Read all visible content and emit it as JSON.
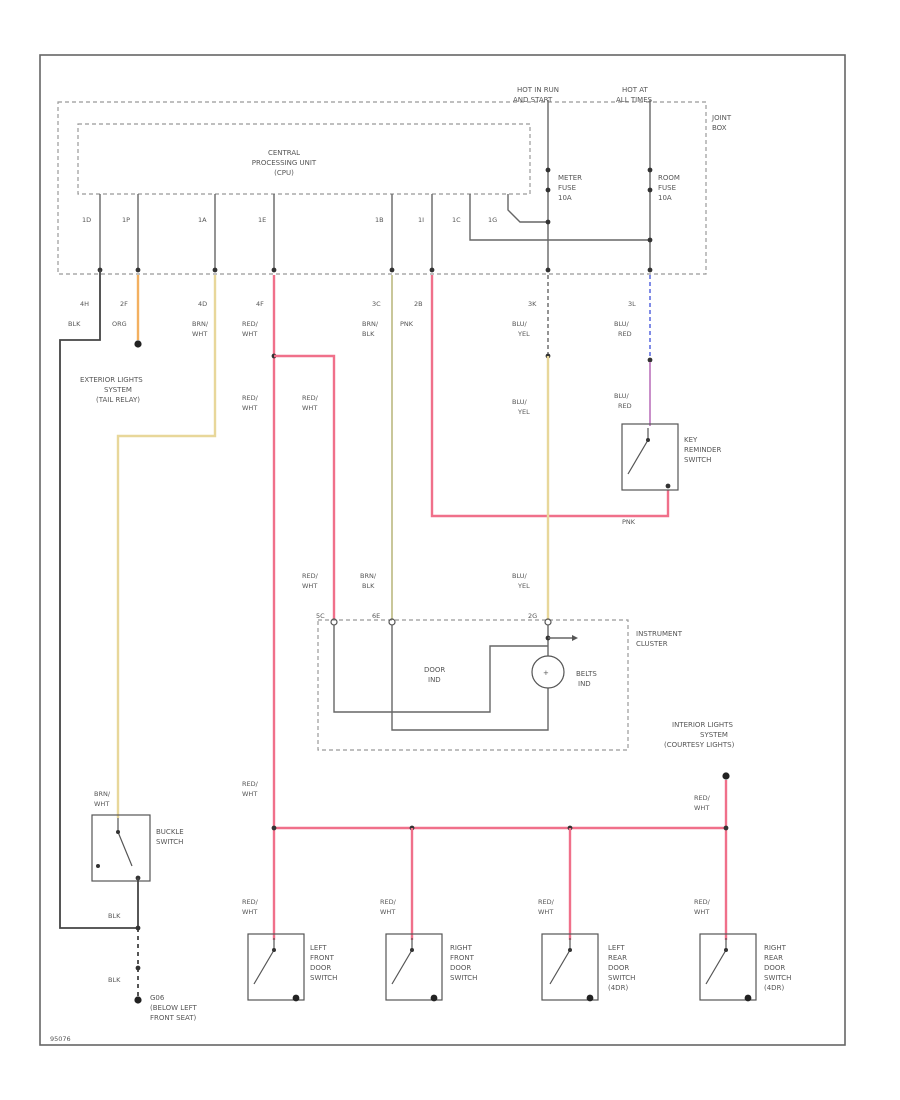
{
  "power": {
    "hot_run": [
      "HOT IN RUN",
      "AND START"
    ],
    "hot_all": [
      "HOT AT",
      "ALL TIMES"
    ]
  },
  "junction_box": {
    "label": [
      "JOINT",
      "BOX"
    ]
  },
  "cpu": {
    "label": [
      "CENTRAL",
      "PROCESSING UNIT",
      "(CPU)"
    ],
    "pins": [
      "1D",
      "1P",
      "1A",
      "1E",
      "1B",
      "1I",
      "1C",
      "1G"
    ]
  },
  "fuses": {
    "meter": [
      "METER",
      "FUSE",
      "10A"
    ],
    "room": [
      "ROOM",
      "FUSE",
      "10A"
    ]
  },
  "connectors": {
    "c4H": "4H",
    "c2F": "2F",
    "c4D": "4D",
    "c4F": "4F",
    "c3C": "3C",
    "c2B": "2B",
    "c3K": "3K",
    "c3L": "3L"
  },
  "wire_colors": {
    "blk": "BLK",
    "org": "ORG",
    "brn_wht": [
      "BRN/",
      "WHT"
    ],
    "red_wht": [
      "RED/",
      "WHT"
    ],
    "brn_blk": [
      "BRN/",
      "BLK"
    ],
    "pnk": "PNK",
    "blu_yel": [
      "BLU/",
      "YEL"
    ],
    "blu_red": [
      "BLU/",
      "RED"
    ]
  },
  "exterior_lights": [
    "EXTERIOR LIGHTS",
    "SYSTEM",
    "(TAIL RELAY)"
  ],
  "key_reminder": [
    "KEY",
    "REMINDER",
    "SWITCH"
  ],
  "instrument_cluster": {
    "label": [
      "INSTRUMENT",
      "CLUSTER"
    ],
    "pin_5": "5C",
    "pin_6": "6E",
    "pin_2": "2G",
    "door_ind": [
      "DOOR",
      "IND"
    ],
    "belt_ind": [
      "BELTS",
      "IND"
    ]
  },
  "interior_lights": [
    "INTERIOR LIGHTS",
    "SYSTEM",
    "(COURTESY LIGHTS)"
  ],
  "buckle_switch": [
    "BUCKLE",
    "SWITCH"
  ],
  "ground": [
    "G06",
    "(BELOW LEFT",
    "FRONT SEAT)"
  ],
  "door_switches": [
    [
      "LEFT",
      "FRONT",
      "DOOR",
      "SWITCH"
    ],
    [
      "RIGHT",
      "FRONT",
      "DOOR",
      "SWITCH"
    ],
    [
      "LEFT",
      "REAR",
      "DOOR",
      "SWITCH",
      "(4DR)"
    ],
    [
      "RIGHT",
      "REAR",
      "DOOR",
      "SWITCH",
      "(4DR)"
    ]
  ],
  "footer_id": "95076",
  "colors": {
    "red_wire": "#f0708a",
    "yellow_wire": "#e8d79a",
    "orange_wire": "#f3b060",
    "blue_wire": "#6070e0",
    "purple_wire": "#c98fc9"
  }
}
